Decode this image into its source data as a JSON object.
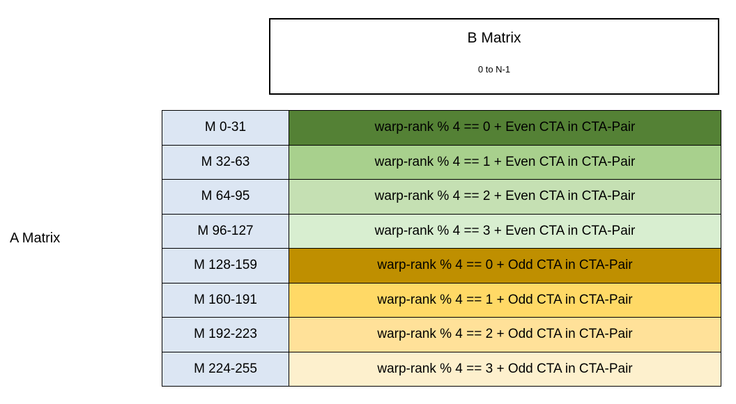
{
  "diagram": {
    "a_matrix": {
      "label": "A Matrix"
    },
    "b_matrix": {
      "title": "B Matrix",
      "range": "0 to N-1"
    },
    "rows": [
      {
        "label": "M 0-31",
        "description": "warp-rank % 4 == 0  + Even CTA in CTA-Pair",
        "color": "#548135"
      },
      {
        "label": "M 32-63",
        "description": "warp-rank % 4 == 1  + Even CTA in CTA-Pair",
        "color": "#a8d08d"
      },
      {
        "label": "M 64-95",
        "description": "warp-rank % 4 == 2  + Even CTA in CTA-Pair",
        "color": "#c5e0b3"
      },
      {
        "label": "M 96-127",
        "description": "warp-rank % 4 == 3  + Even CTA in CTA-Pair",
        "color": "#d8eed0"
      },
      {
        "label": "M 128-159",
        "description": "warp-rank % 4 == 0  + Odd CTA in CTA-Pair",
        "color": "#bf8f00"
      },
      {
        "label": "M 160-191",
        "description": "warp-rank % 4 == 1  + Odd CTA in CTA-Pair",
        "color": "#ffd966"
      },
      {
        "label": "M 192-223",
        "description": "warp-rank % 4 == 2  + Odd CTA in CTA-Pair",
        "color": "#ffe199"
      },
      {
        "label": "M 224-255",
        "description": "warp-rank % 4 == 3  + Odd CTA in CTA-Pair",
        "color": "#fdf0cd"
      }
    ],
    "colors": {
      "row_label_background": "#dce6f3",
      "border": "#000000",
      "page_background": "#ffffff",
      "text": "#000000"
    }
  }
}
